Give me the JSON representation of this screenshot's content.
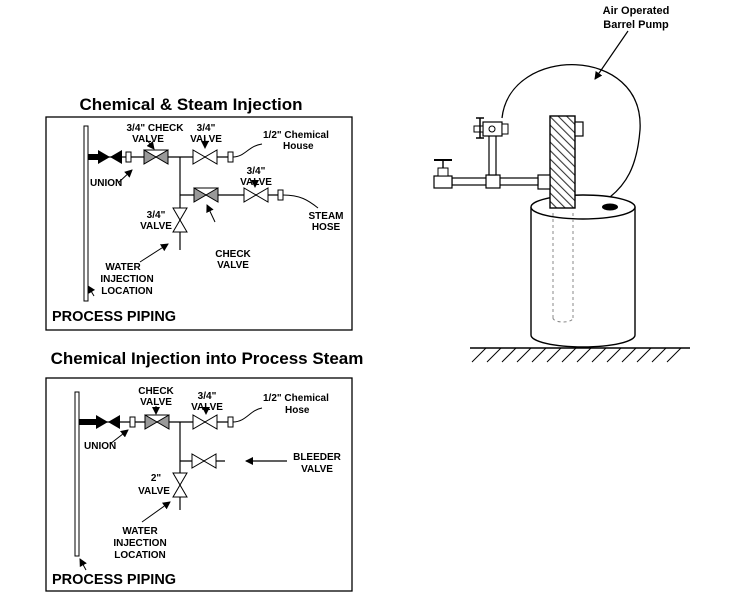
{
  "pump": {
    "label_line1": "Air Operated",
    "label_line2": "Barrel Pump"
  },
  "steam_injection": {
    "title": "Chemical & Steam Injection",
    "check_valve_line1": "3/4\" CHECK",
    "check_valve_line2": "VALVE",
    "valve_a_line1": "3/4\"",
    "valve_a_line2": "VALVE",
    "chemical_house_line1": "1/2\" Chemical",
    "chemical_house_line2": "House",
    "union": "UNION",
    "valve_b_line1": "3/4\"",
    "valve_b_line2": "VALVE",
    "valve_c_line1": "3/4\"",
    "valve_c_line2": "VALVE",
    "steam_hose_line1": "STEAM",
    "steam_hose_line2": "HOSE",
    "check_valve2_line1": "CHECK",
    "check_valve2_line2": "VALVE",
    "water_injection_line1": "WATER",
    "water_injection_line2": "INJECTION",
    "water_injection_line3": "LOCATION",
    "process_piping": "PROCESS PIPING"
  },
  "process_steam": {
    "title": "Chemical Injection into Process Steam",
    "check_valve_line1": "CHECK",
    "check_valve_line2": "VALVE",
    "valve_a_line1": "3/4\"",
    "valve_a_line2": "VALVE",
    "chemical_hose_line1": "1/2\" Chemical",
    "chemical_hose_line2": "Hose",
    "union": "UNION",
    "bleeder_line1": "BLEEDER",
    "bleeder_line2": "VALVE",
    "valve_b_line1": "2\"",
    "valve_b_line2": "VALVE",
    "water_injection_line1": "WATER",
    "water_injection_line2": "INJECTION",
    "water_injection_line3": "LOCATION",
    "process_piping": "PROCESS PIPING"
  }
}
